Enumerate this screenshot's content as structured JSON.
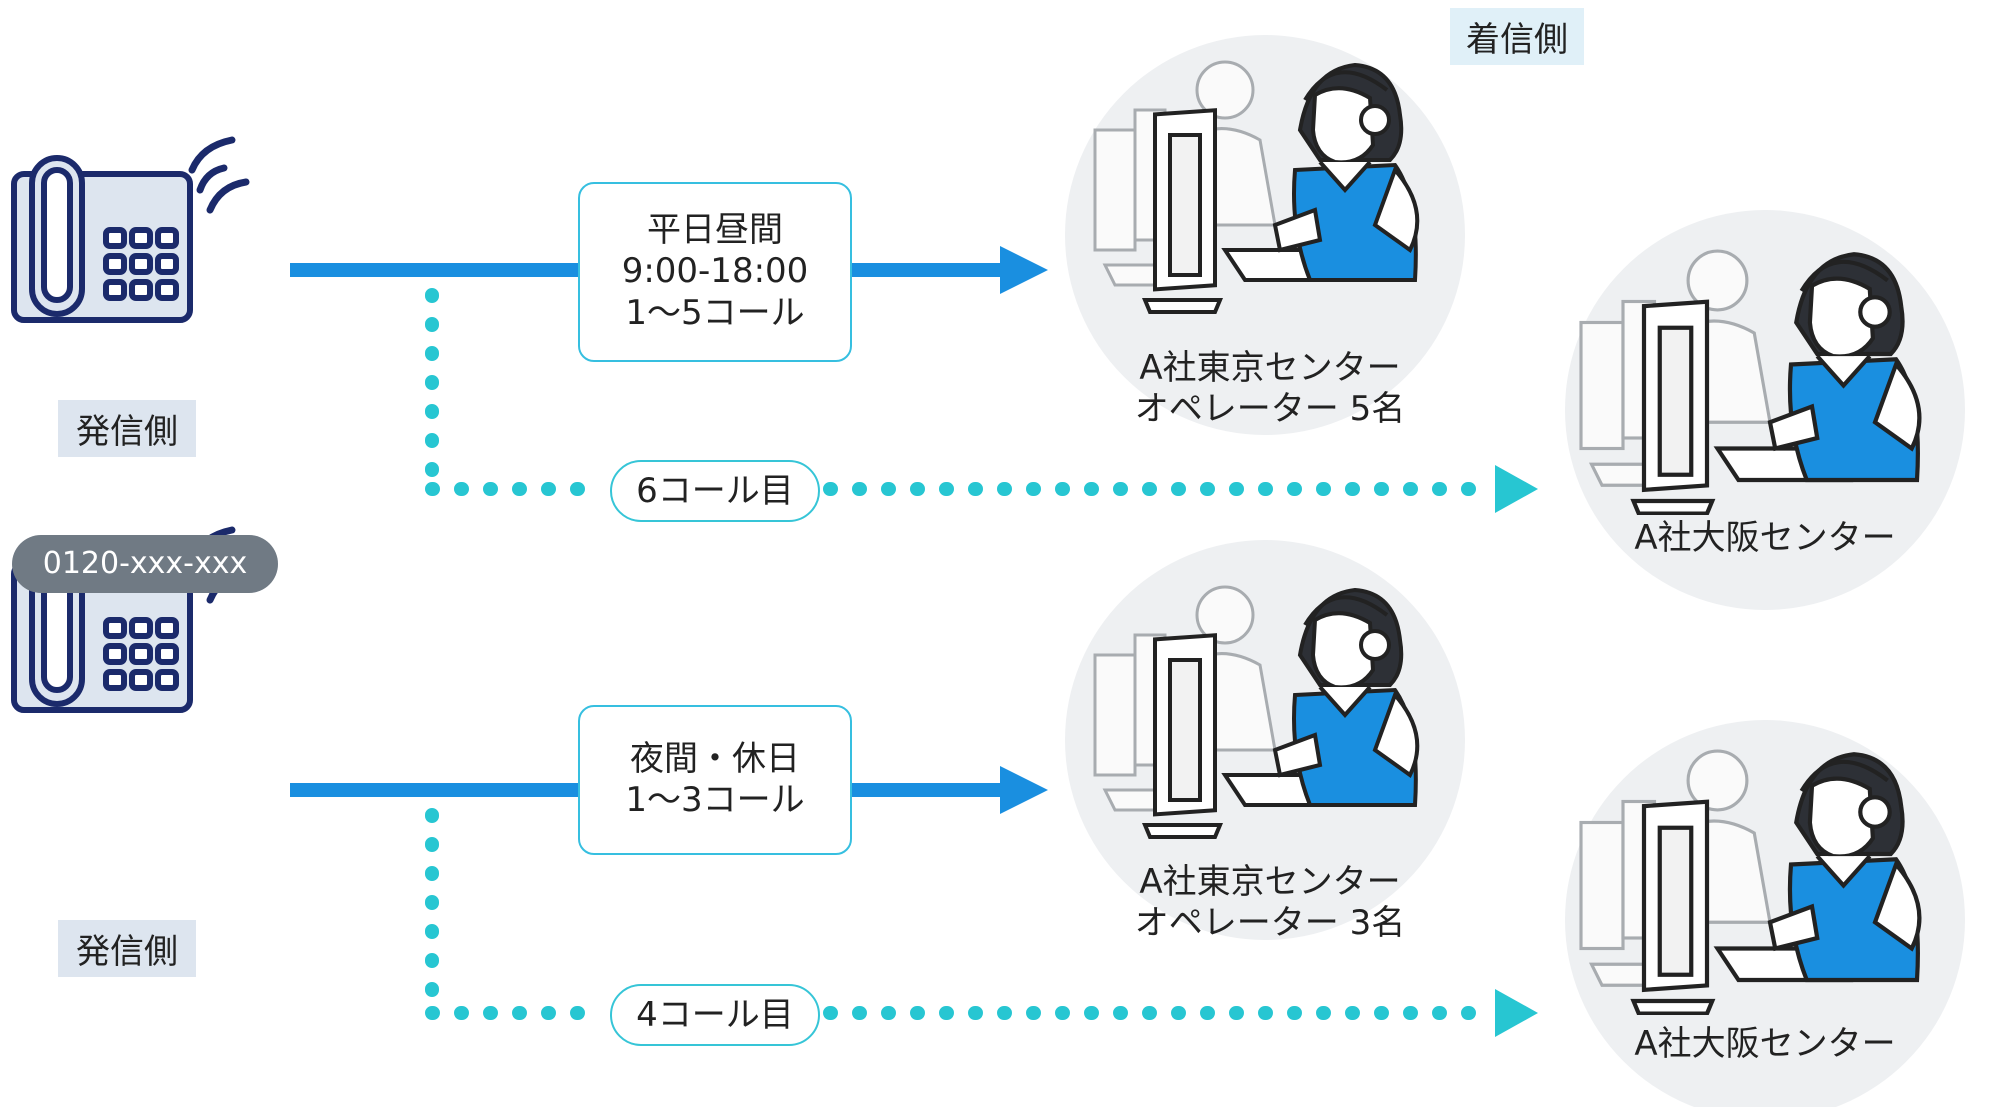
{
  "colors": {
    "solid_arrow": "#1a8fe0",
    "dotted_arrow": "#27c6d2",
    "phone_outline": "#1b2a6b",
    "phone_fill": "#dde5ef",
    "circle_bg": "#eef0f2",
    "tokyo_vest": "#1a8fe0",
    "osaka_vest": "#26c6d2"
  },
  "receiver_label": "着信側",
  "phone_number": "0120-xxx-xxx",
  "icons": [
    "phone-icon",
    "operator-icon",
    "arrow-right-icon"
  ],
  "scenarios": [
    {
      "caller_label": "発信側",
      "route_lines": [
        "平日昼間",
        "9:00-18:00",
        "1～5コール"
      ],
      "primary_center": [
        "A社東京センター",
        "オペレーター 5名"
      ],
      "overflow_label": "6コール目",
      "overflow_center": "A社大阪センター"
    },
    {
      "caller_label": "発信側",
      "route_lines": [
        "夜間・休日",
        "1～3コール"
      ],
      "primary_center": [
        "A社東京センター",
        "オペレーター 3名"
      ],
      "overflow_label": "4コール目",
      "overflow_center": "A社大阪センター"
    }
  ]
}
